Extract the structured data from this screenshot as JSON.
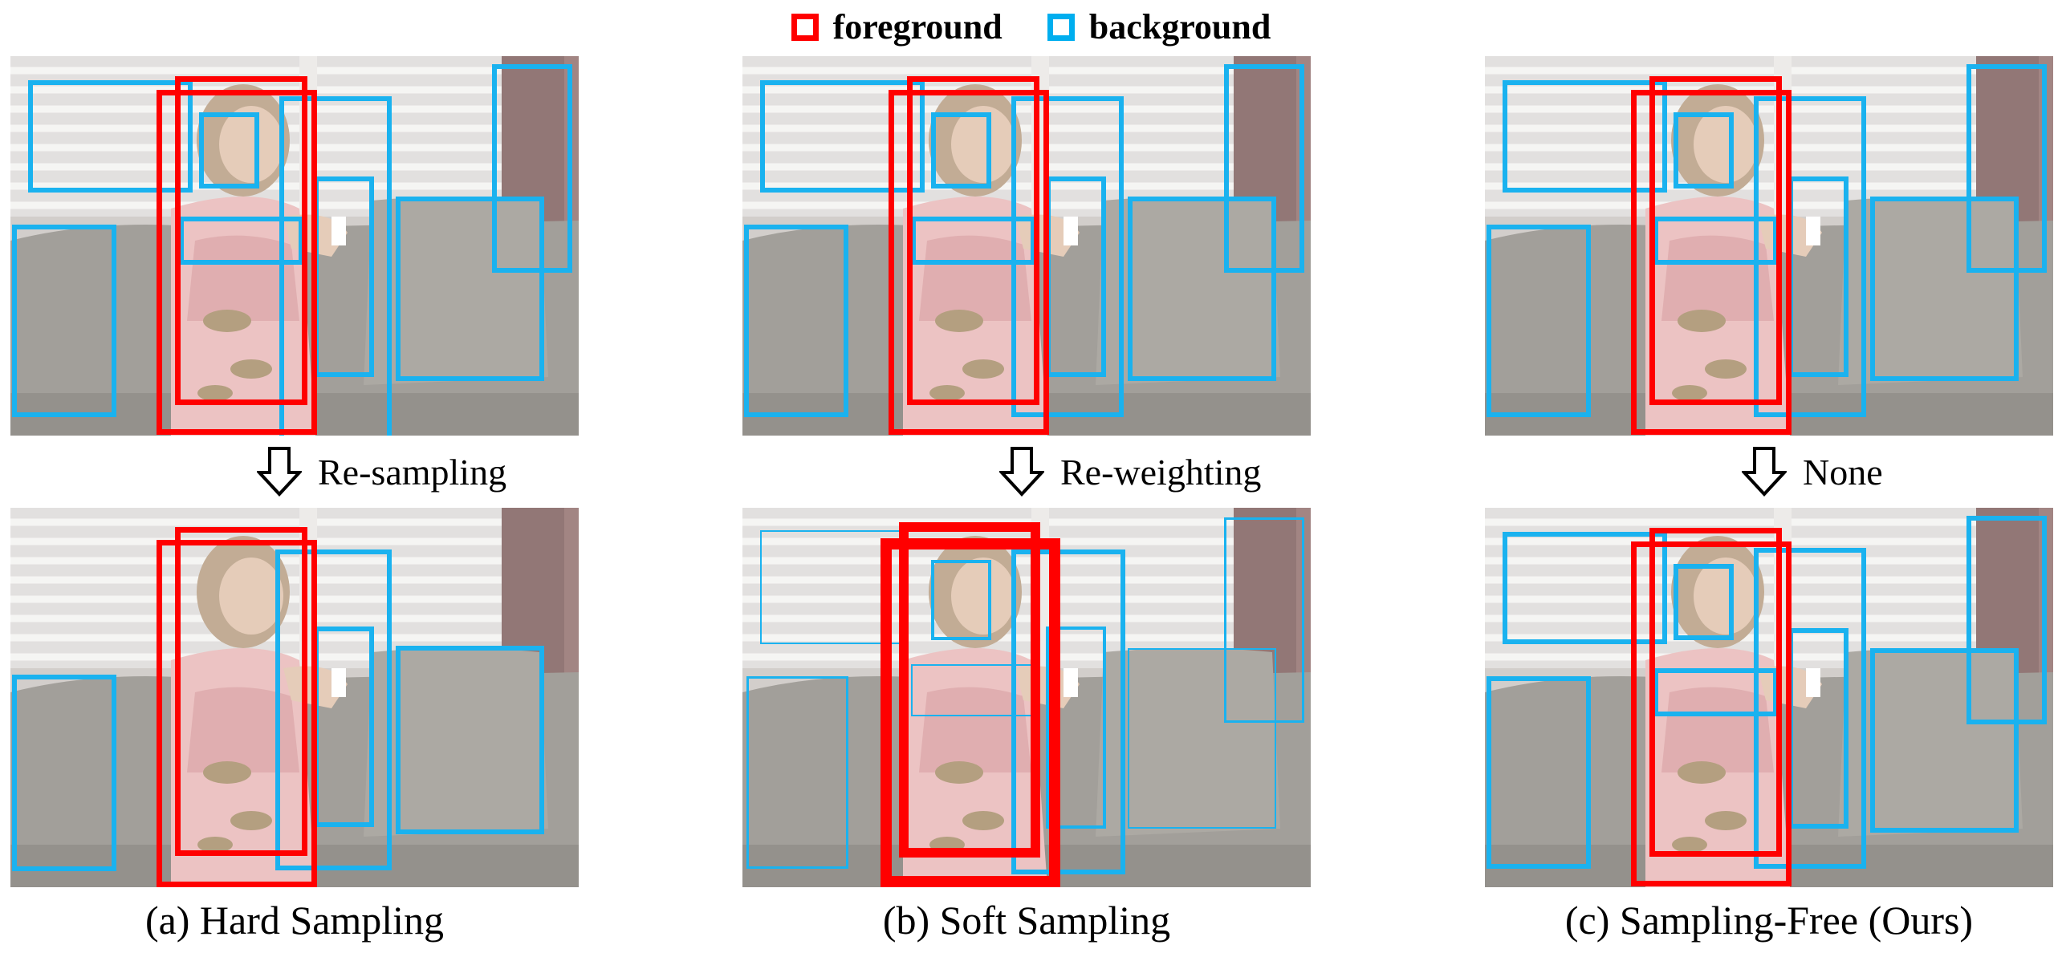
{
  "legend": {
    "foreground_label": "foreground",
    "background_label": "background",
    "foreground_color": "#ff0000",
    "background_color": "#00aeef"
  },
  "columns": [
    {
      "caption": "(a) Hard Sampling",
      "arrow_label": "Re-sampling"
    },
    {
      "caption": "(b) Soft Sampling",
      "arrow_label": "Re-weighting"
    },
    {
      "caption": "(c) Sampling-Free (Ours)",
      "arrow_label": "None"
    }
  ]
}
